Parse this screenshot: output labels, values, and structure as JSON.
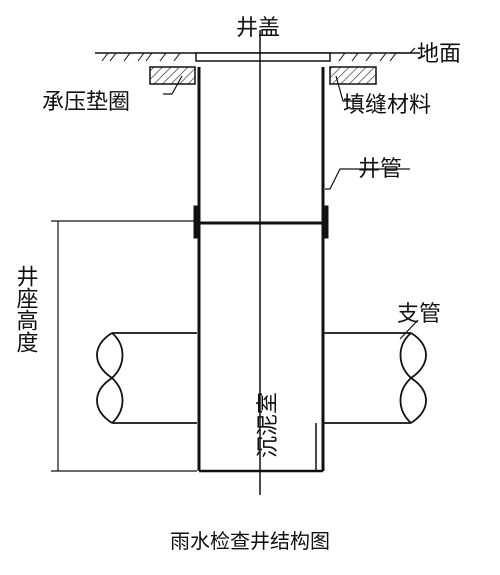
{
  "labels": {
    "cover": "井盖",
    "ground": "地面",
    "gasket": "承压垫圈",
    "filler": "填缝材料",
    "pipe": "井管",
    "branch": "支管",
    "seat_height": "井座高度",
    "silt_chamber": "沉泥室"
  },
  "caption": "雨水检查井结构图"
}
